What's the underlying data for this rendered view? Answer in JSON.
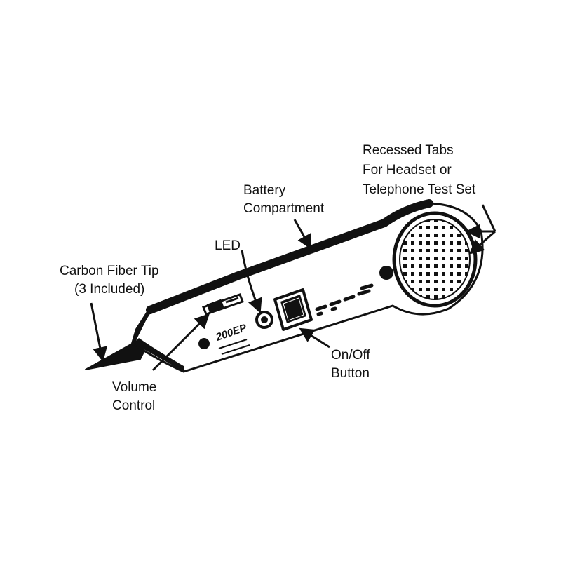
{
  "diagram": {
    "labels": {
      "carbon_tip": [
        "Carbon Fiber Tip",
        "(3 Included)"
      ],
      "led": [
        "LED"
      ],
      "battery": [
        "Battery",
        "Compartment"
      ],
      "recessed_tabs": [
        "Recessed Tabs",
        "For Headset or",
        "Telephone Test Set"
      ],
      "volume": [
        "Volume",
        "Control"
      ],
      "onoff": [
        "On/Off",
        "Button"
      ]
    },
    "device": {
      "model": "200EP"
    }
  }
}
